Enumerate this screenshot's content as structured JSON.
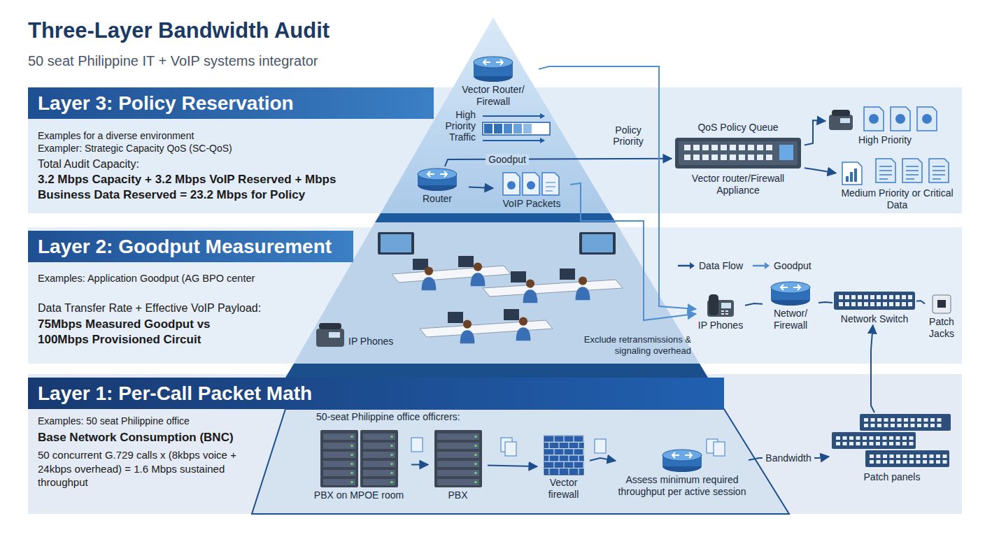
{
  "diagram": {
    "title": "Three-Layer Bandwidth Audit",
    "caption": "50 seat Philippine IT + VoIP systems integrator",
    "nodes": [
      {
        "text": [
          "Layer 3: Policy Reservation",
          "Examples for a diverse environment",
          "Exampler: Strategic Capacity QoS (SC-QoS)",
          "Total Audit Capacity:",
          "3.2 Mbps Capacity + 3.2 Mbps VoIP Reserved + Mbps Business Data Reserved = 23.2 Mbps for Policy"
        ]
      },
      {
        "text": [
          "Vector Router/ Firewall"
        ]
      },
      {
        "text": [
          "Router"
        ],
        "in": 0
      },
      {
        "text": [
          "VoIP Packets"
        ],
        "in": 0
      },
      {
        "text": [
          "QoS Policy Queue",
          "Vector router/Firewall Appliance"
        ],
        "in": 0
      },
      {
        "text": [
          "High Priority"
        ],
        "in": 0
      },
      {
        "text": [
          "Medium Priority or Critical Data"
        ],
        "in": 0
      },
      {
        "text": [
          "Layer 2: Goodput Measurement",
          "Examples: Application Goodput (AG BPO center",
          "Data Transfer Rate + Effective VoIP Payload:",
          "75Mbps Measured Goodput vs 100Mbps Provisioned Circuit"
        ]
      },
      {
        "text": [
          "IP Phones"
        ],
        "in": 7
      },
      {
        "text": [
          "Networ/ Firewall"
        ],
        "in": 7
      },
      {
        "text": [
          "Network Switch"
        ],
        "in": 7
      },
      {
        "text": [
          "Patch Jacks"
        ],
        "in": 7
      },
      {
        "text": [
          "Layer 1: Per-Call Packet Math",
          "Examples: 50 seat Philippine office",
          "Base Network Consumption (BNC)",
          "50 concurrent G.729 calls x (8kbps voice + 24kbps overhead) = 1.6 Mbps sustained throughput"
        ]
      },
      {
        "text": [
          "PBX on MPOE room"
        ],
        "in": 12
      },
      {
        "text": [
          "PBX"
        ],
        "in": 12
      },
      {
        "text": [
          "Vector firewall"
        ],
        "in": 12
      },
      {
        "text": [
          "Assess minimum required throughput per active session"
        ],
        "in": 12
      },
      {
        "text": [
          "Patch panels"
        ],
        "in": 12
      }
    ],
    "edges": [
      {
        "from": 2,
        "to": 3,
        "arrow": "to"
      },
      {
        "from": 2,
        "to": 4,
        "label": "Goodput",
        "arrow": "to"
      },
      {
        "from": 4,
        "to": 5,
        "arrow": "to"
      },
      {
        "from": 4,
        "to": 6,
        "arrow": "to"
      },
      {
        "from": 1,
        "to": 8,
        "arrow": "to"
      },
      {
        "from": 3,
        "to": 8,
        "arrow": "to"
      },
      {
        "from": 8,
        "to": 9,
        "arrow": "none"
      },
      {
        "from": 9,
        "to": 10,
        "arrow": "none"
      },
      {
        "from": 10,
        "to": 11,
        "arrow": "none"
      },
      {
        "from": 17,
        "to": 10,
        "arrow": "to"
      },
      {
        "from": 13,
        "to": 14,
        "arrow": "to"
      },
      {
        "from": 14,
        "to": 15,
        "arrow": "to"
      },
      {
        "from": 15,
        "to": 16,
        "arrow": "to"
      },
      {
        "from": 16,
        "to": 17,
        "label": "Bandwidth",
        "arrow": "to"
      }
    ],
    "labels": [
      "High Priority Traffic",
      "Policy Priority",
      "IP Phones",
      "Exclude retransmissions & signaling overhead",
      "50-seat Philippine office officrers:"
    ],
    "legend": [
      {
        "text": "Data Flow"
      },
      {
        "text": "Goodput"
      }
    ]
  }
}
